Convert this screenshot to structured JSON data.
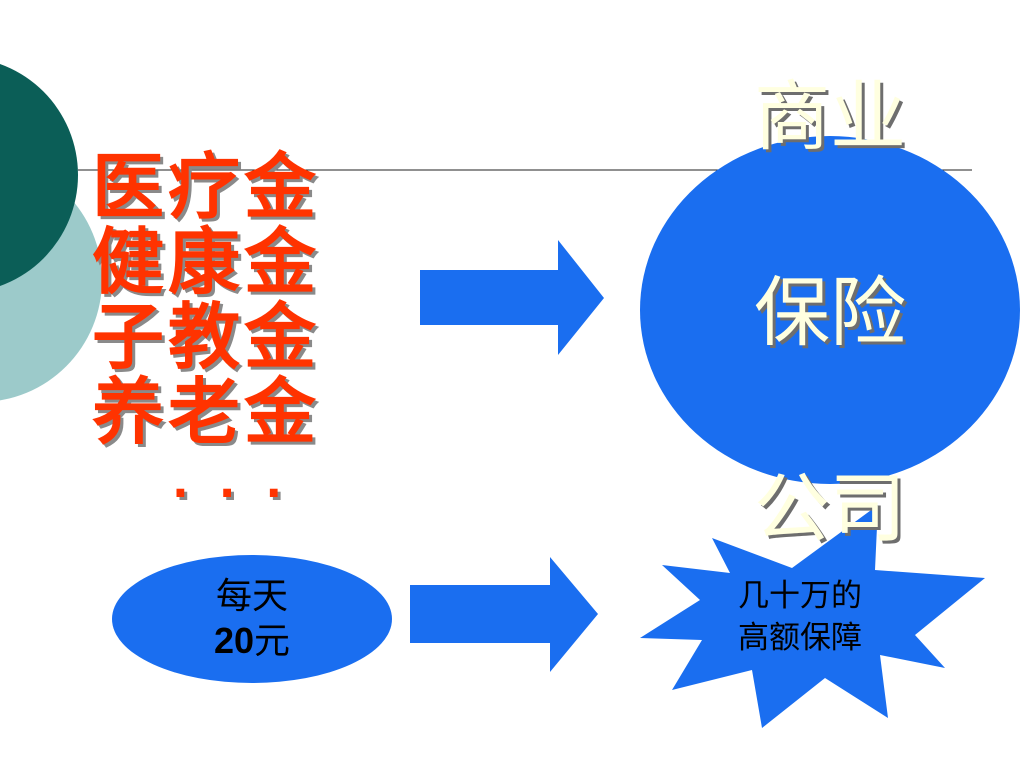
{
  "funds": [
    "医疗金",
    "健康金",
    "子教金",
    "养老金"
  ],
  "ellipsis": "···",
  "company": {
    "lines": [
      "商业",
      "保险",
      "公司"
    ]
  },
  "daily_cost": {
    "line1": "每天",
    "amount": "20",
    "unit": "元"
  },
  "coverage": {
    "line1": "几十万的",
    "line2": "高额保障"
  },
  "colors": {
    "primary_blue": "#1a6ef0",
    "fund_text": "#ff3300",
    "company_text": "#ffffe0",
    "deco_dark_teal": "#0b5e57",
    "deco_light_teal": "#9ccaca"
  }
}
